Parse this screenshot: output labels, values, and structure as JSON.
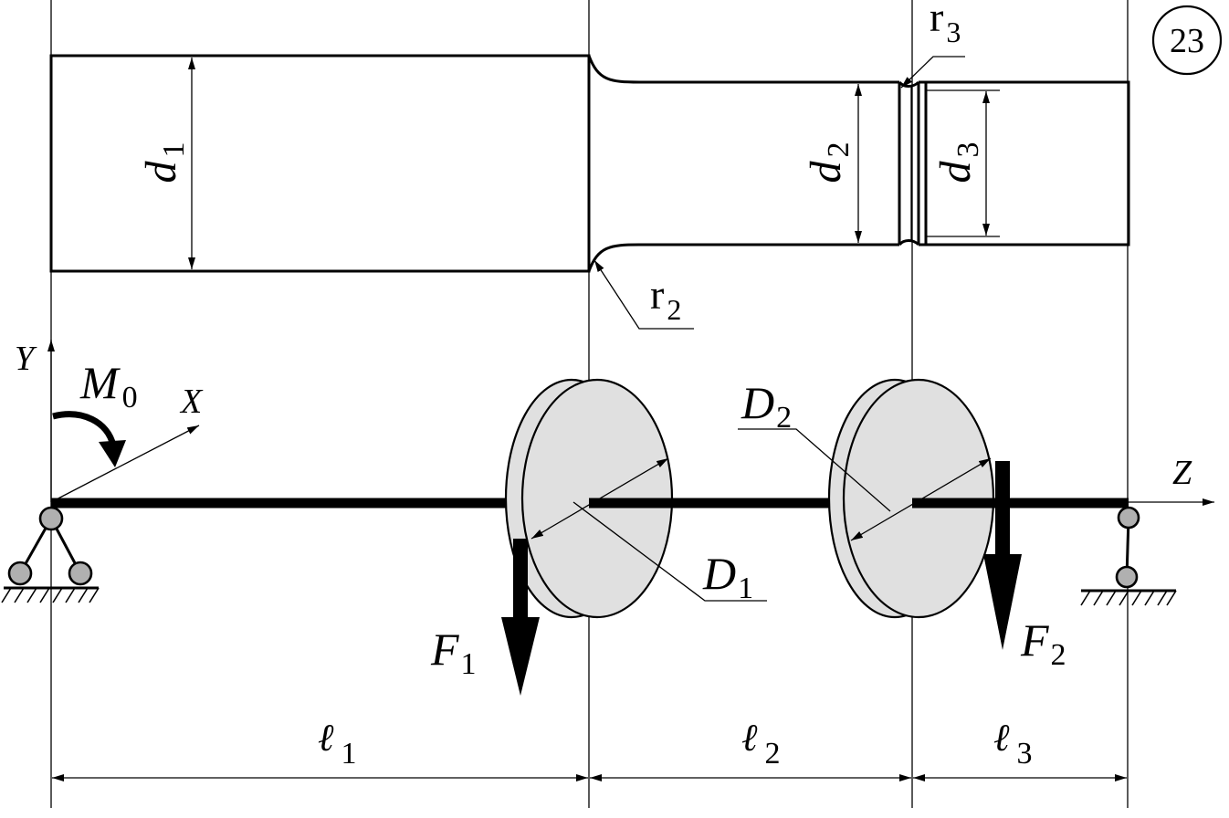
{
  "figure": {
    "variant_number": "23",
    "shaft_labels": {
      "d1": {
        "main": "d",
        "sub": "1"
      },
      "d2": {
        "main": "d",
        "sub": "2"
      },
      "d3": {
        "main": "d",
        "sub": "3"
      },
      "r2": {
        "main": "r",
        "sub": "2"
      },
      "r3": {
        "main": "r",
        "sub": "3"
      }
    },
    "axes": {
      "x": "X",
      "y": "Y",
      "z": "Z"
    },
    "moment": {
      "main": "M",
      "sub": "0"
    },
    "discs": {
      "D1": {
        "main": "D",
        "sub": "1"
      },
      "D2": {
        "main": "D",
        "sub": "2"
      }
    },
    "forces": {
      "F1": {
        "main": "F",
        "sub": "1"
      },
      "F2": {
        "main": "F",
        "sub": "2"
      }
    },
    "lengths": {
      "l1": {
        "main": "ℓ",
        "sub": "1"
      },
      "l2": {
        "main": "ℓ",
        "sub": "2"
      },
      "l3": {
        "main": "ℓ",
        "sub": "3"
      }
    }
  }
}
